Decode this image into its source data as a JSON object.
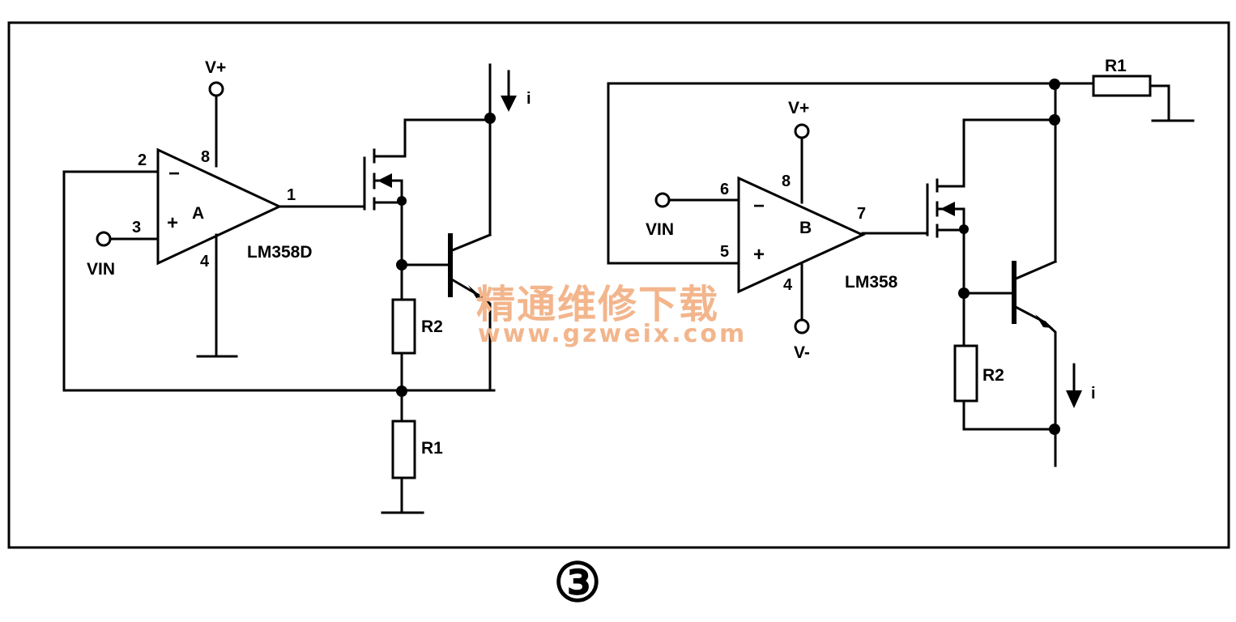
{
  "figure_number": "③",
  "watermark": {
    "cn": "精通维修下载",
    "url": "www.gzweix.com",
    "color": "#f3b58c"
  },
  "circuit_a": {
    "opamp_label": "A",
    "part_label": "LM358D",
    "vplus": "V+",
    "vin": "VIN",
    "pin_inv": "2",
    "pin_noninv": "3",
    "pin_out": "1",
    "pin_vcc": "8",
    "pin_gnd": "4",
    "sign_minus": "−",
    "sign_plus": "+",
    "r_upper": "R2",
    "r_lower": "R1",
    "current": "i"
  },
  "circuit_b": {
    "opamp_label": "B",
    "part_label": "LM358",
    "vplus": "V+",
    "vminus": "V-",
    "vin": "VIN",
    "pin_inv": "6",
    "pin_noninv": "5",
    "pin_out": "7",
    "pin_vcc": "8",
    "pin_vee": "4",
    "sign_minus": "−",
    "sign_plus": "+",
    "r_top": "R1",
    "r_side": "R2",
    "current": "i"
  }
}
